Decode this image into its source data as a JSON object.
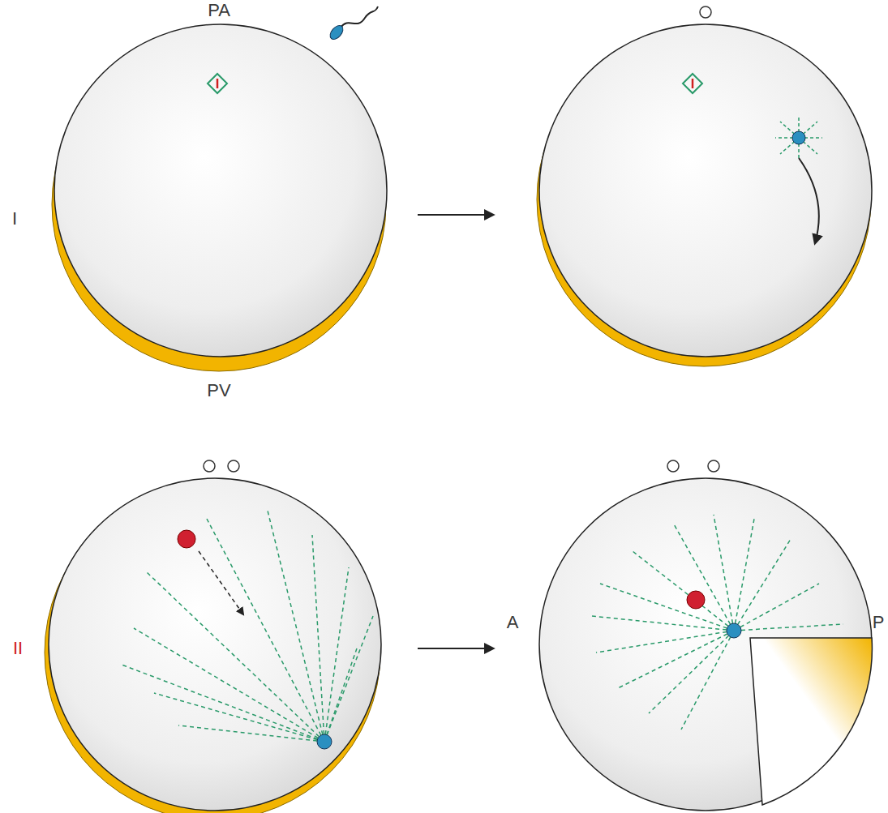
{
  "diagram": {
    "labels": [
      "PA",
      "I",
      "PV",
      "II",
      "A",
      "P"
    ]
  }
}
